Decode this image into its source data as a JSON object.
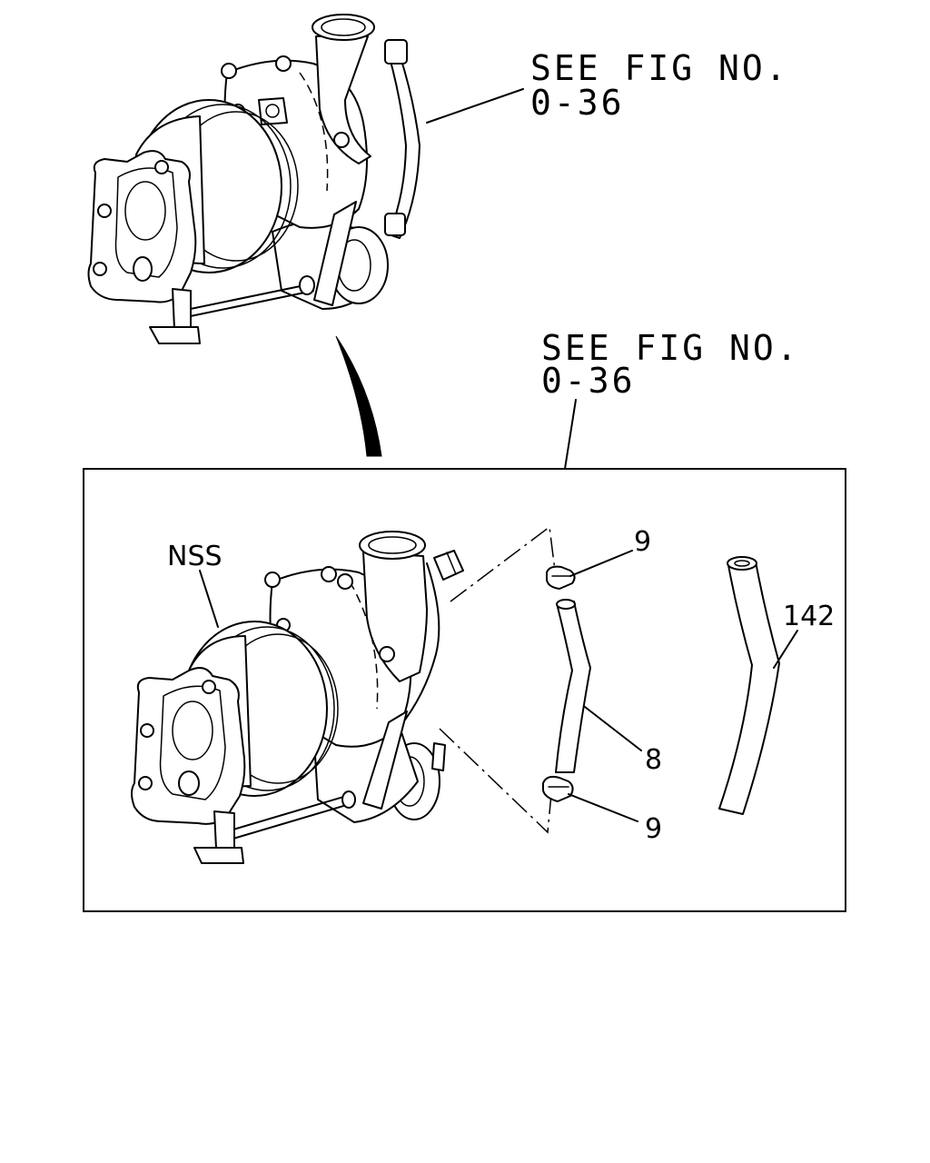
{
  "upper_reference": {
    "line1": "SEE FIG NO.",
    "line2": "0-36"
  },
  "lower_reference": {
    "line1": "SEE FIG NO.",
    "line2": "0-36"
  },
  "callouts": {
    "nss": "NSS",
    "clip_top": "9",
    "hose": "8",
    "clip_bottom": "9",
    "hose_alt": "142"
  },
  "colors": {
    "ink": "#000000",
    "paper": "#ffffff"
  }
}
